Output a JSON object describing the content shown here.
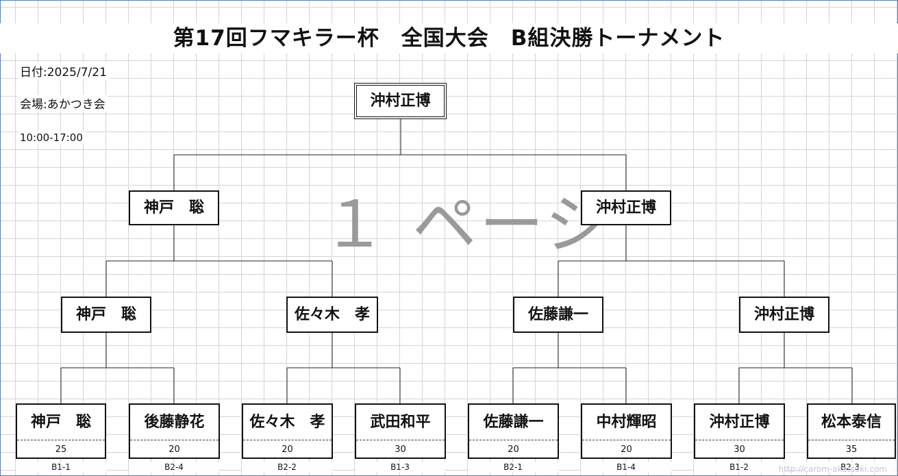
{
  "title": "第17回フマキラー杯　全国大会　B組決勝トーナメント",
  "info": {
    "date": "日付:2025/7/21",
    "venue": "会場:あかつき会",
    "time": "10:00-17:00"
  },
  "watermark": "１ ページ",
  "url_watermark": "http://carom-akatsuki.com",
  "champion": "沖村正博",
  "semifinal": [
    "神戸　聡",
    "沖村正博"
  ],
  "quarterfinal": [
    "神戸　聡",
    "佐々木　孝",
    "佐藤謙一",
    "沖村正博"
  ],
  "entries": [
    {
      "name": "神戸　聡",
      "score": "25",
      "code": "B1-1"
    },
    {
      "name": "後藤静花",
      "score": "20",
      "code": "B2-4"
    },
    {
      "name": "佐々木　孝",
      "score": "20",
      "code": "B2-2"
    },
    {
      "name": "武田和平",
      "score": "30",
      "code": "B1-3"
    },
    {
      "name": "佐藤謙一",
      "score": "20",
      "code": "B2-1"
    },
    {
      "name": "中村輝昭",
      "score": "20",
      "code": "B1-4"
    },
    {
      "name": "沖村正博",
      "score": "30",
      "code": "B1-2"
    },
    {
      "name": "松本泰信",
      "score": "35",
      "code": "B2-3"
    }
  ]
}
